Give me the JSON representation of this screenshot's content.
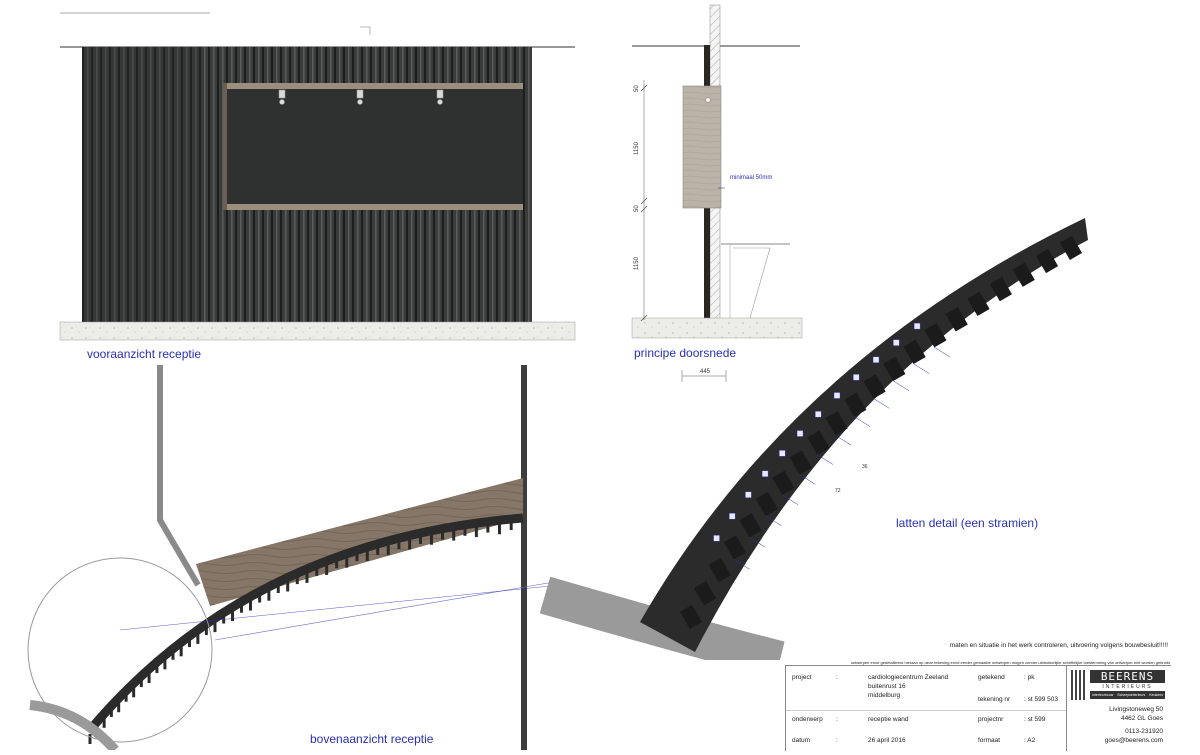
{
  "views": {
    "front": "vooraanzicht receptie",
    "section": "principe doorsnede",
    "top": "bovenaanzicht receptie",
    "detail": "latten detail (een stramien)"
  },
  "section_dims": {
    "d50_top": "50",
    "d1150_upper": "1150",
    "d50_mid": "50",
    "d1150_lower": "1150",
    "d445": "445",
    "minimaal": "minimaal 50mm"
  },
  "detail_dims": {
    "d72": "72",
    "d36": "36"
  },
  "notes": {
    "line1": "maten en situatie in het werk controleren, uitvoering volgens bouwbesluit!!!!!",
    "line2": "ontwerpen en/of gedetailleerd hieraan op deze tekening en/of eerder gemaakte ontwerpen mogen zonder uitdrukkelijke schriftelijke toestemming van ontwerper niet worden gebruikt"
  },
  "title_block": {
    "project_label": "project",
    "project_sep": ":",
    "project_lines": [
      "cardiologiecentrum Zeeland",
      "buitenrust 16",
      "middelburg"
    ],
    "getekend_label": "getekend",
    "getekend_value": ": pk",
    "tekening_label": "tekening nr",
    "tekening_value": ": st 599 503",
    "projectnr_label": "projectnr",
    "projectnr_value": ": st 599",
    "onderwerp_label": "onderwerp",
    "onderwerp_sep": ":",
    "onderwerp_value": "receptie wand",
    "datum_label": "datum",
    "datum_sep": ":",
    "datum_value": "26 april 2016",
    "formaat_label": "formaat",
    "formaat_value": ": A2"
  },
  "company": {
    "logo_text": "BEERENS",
    "logo_sub": "INTERIEURS",
    "logo_tags": [
      "Interieurbouw",
      "Scheepsinterieurs",
      "Keukens"
    ],
    "address1": "Livingstoneweg 50",
    "address2": "4462 GL Goes",
    "phone": "0113-231920",
    "email": "goes@beerens.com"
  },
  "colors": {
    "title_blue": "#2a2fb8",
    "panel_dark": "#2d2f2e",
    "wood": "#7a6a5a",
    "floor": "#e9e9e6",
    "concrete_grey": "#9a9a9a"
  }
}
